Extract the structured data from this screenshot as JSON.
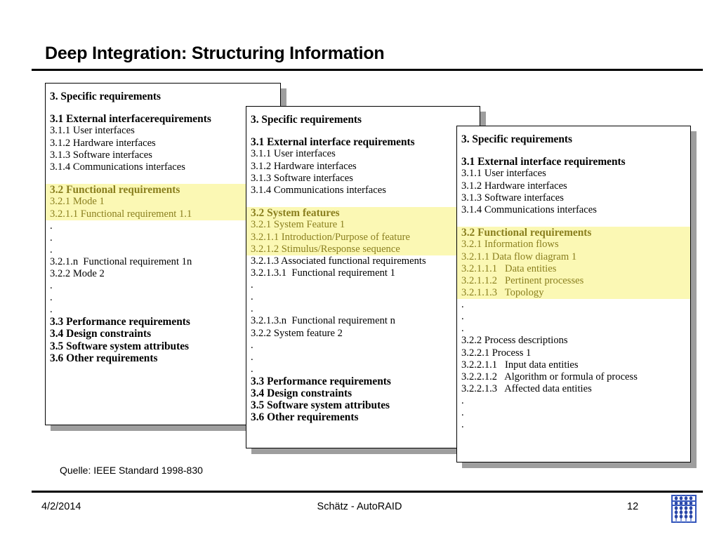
{
  "slide": {
    "title": "Deep Integration: Structuring Information",
    "source_note": "Quelle: IEEE Standard 1998-830"
  },
  "footer": {
    "date": "4/2/2014",
    "center": "Schätz - AutoRAID",
    "page": "12",
    "logo_name": "abacus-logo"
  },
  "colors": {
    "highlight_bg": "#fbf8b4",
    "highlight_text": "#8a7f1f",
    "rule": "#000000",
    "shadow": "#9e9e9e",
    "logo": "#3355bb"
  },
  "cards": [
    {
      "id": "card-1",
      "heading": "3. Specific requirements",
      "blocks": [
        {
          "type": "plain",
          "lines": [
            {
              "text": "3.1 External interfacerequirements",
              "bold": true
            },
            {
              "text": "3.1.1 User interfaces"
            },
            {
              "text": "3.1.2 Hardware interfaces"
            },
            {
              "text": "3.1.3 Software interfaces"
            },
            {
              "text": "3.1.4 Communications interfaces"
            }
          ]
        },
        {
          "type": "gap"
        },
        {
          "type": "highlight",
          "lines": [
            {
              "text": "3.2 Functional requirements",
              "bold": true
            },
            {
              "text": "3.2.1 Mode 1"
            },
            {
              "text": "3.2.1.1 Functional requirement 1.1"
            }
          ]
        },
        {
          "type": "plain",
          "lines": [
            {
              "text": "."
            },
            {
              "text": "."
            },
            {
              "text": "."
            },
            {
              "text": "3.2.1.n  Functional requirement 1n"
            },
            {
              "text": "3.2.2 Mode 2"
            },
            {
              "text": "."
            },
            {
              "text": "."
            },
            {
              "text": "."
            },
            {
              "text": "3.3 Performance requirements",
              "bold": true
            },
            {
              "text": "3.4 Design constraints",
              "bold": true
            },
            {
              "text": "3.5 Software system attributes",
              "bold": true
            },
            {
              "text": "3.6 Other requirements",
              "bold": true
            }
          ]
        }
      ]
    },
    {
      "id": "card-2",
      "heading": "3. Specific requirements",
      "blocks": [
        {
          "type": "plain",
          "lines": [
            {
              "text": "3.1 External interface requirements",
              "bold": true
            },
            {
              "text": "3.1.1 User interfaces"
            },
            {
              "text": "3.1.2 Hardware interfaces"
            },
            {
              "text": "3.1.3 Software interfaces"
            },
            {
              "text": "3.1.4 Communications interfaces"
            }
          ]
        },
        {
          "type": "gap"
        },
        {
          "type": "highlight",
          "lines": [
            {
              "text": "3.2 System features",
              "bold": true
            },
            {
              "text": "3.2.1 System Feature 1"
            },
            {
              "text": "3.2.1.1 Introduction/Purpose of feature"
            },
            {
              "text": "3.2.1.2 Stimulus/Response sequence"
            }
          ]
        },
        {
          "type": "plain",
          "lines": [
            {
              "text": "3.2.1.3 Associated functional requirements"
            },
            {
              "text": "3.2.1.3.1  Functional requirement 1"
            },
            {
              "text": "."
            },
            {
              "text": "."
            },
            {
              "text": "."
            },
            {
              "text": "3.2.1.3.n  Functional requirement n"
            },
            {
              "text": "3.2.2 System feature 2"
            },
            {
              "text": "."
            },
            {
              "text": "."
            },
            {
              "text": "."
            },
            {
              "text": "3.3 Performance requirements",
              "bold": true
            },
            {
              "text": "3.4 Design constraints",
              "bold": true
            },
            {
              "text": "3.5 Software system attributes",
              "bold": true
            },
            {
              "text": "3.6 Other requirements",
              "bold": true
            }
          ]
        }
      ]
    },
    {
      "id": "card-3",
      "heading": "3. Specific requirements",
      "blocks": [
        {
          "type": "plain",
          "lines": [
            {
              "text": "3.1 External interface requirements",
              "bold": true
            },
            {
              "text": "3.1.1 User interfaces"
            },
            {
              "text": "3.1.2 Hardware interfaces"
            },
            {
              "text": "3.1.3 Software interfaces"
            },
            {
              "text": "3.1.4 Communications interfaces"
            }
          ]
        },
        {
          "type": "gap"
        },
        {
          "type": "highlight",
          "lines": [
            {
              "text": "3.2 Functional requirements",
              "bold": true
            },
            {
              "text": "3.2.1 Information flows"
            },
            {
              "text": "3.2.1.1 Data flow diagram 1"
            },
            {
              "text": "3.2.1.1.1   Data entities"
            },
            {
              "text": "3.2.1.1.2   Pertinent processes"
            },
            {
              "text": "3.2.1.1.3   Topology"
            }
          ]
        },
        {
          "type": "plain",
          "lines": [
            {
              "text": "."
            },
            {
              "text": "."
            },
            {
              "text": "."
            },
            {
              "text": "3.2.2 Process descriptions"
            },
            {
              "text": "3.2.2.1 Process 1"
            },
            {
              "text": "3.2.2.1.1   Input data entities"
            },
            {
              "text": "3.2.2.1.2   Algorithm or formula of process"
            },
            {
              "text": "3.2.2.1.3   Affected data entities"
            },
            {
              "text": "."
            },
            {
              "text": "."
            },
            {
              "text": "."
            }
          ]
        }
      ]
    }
  ]
}
